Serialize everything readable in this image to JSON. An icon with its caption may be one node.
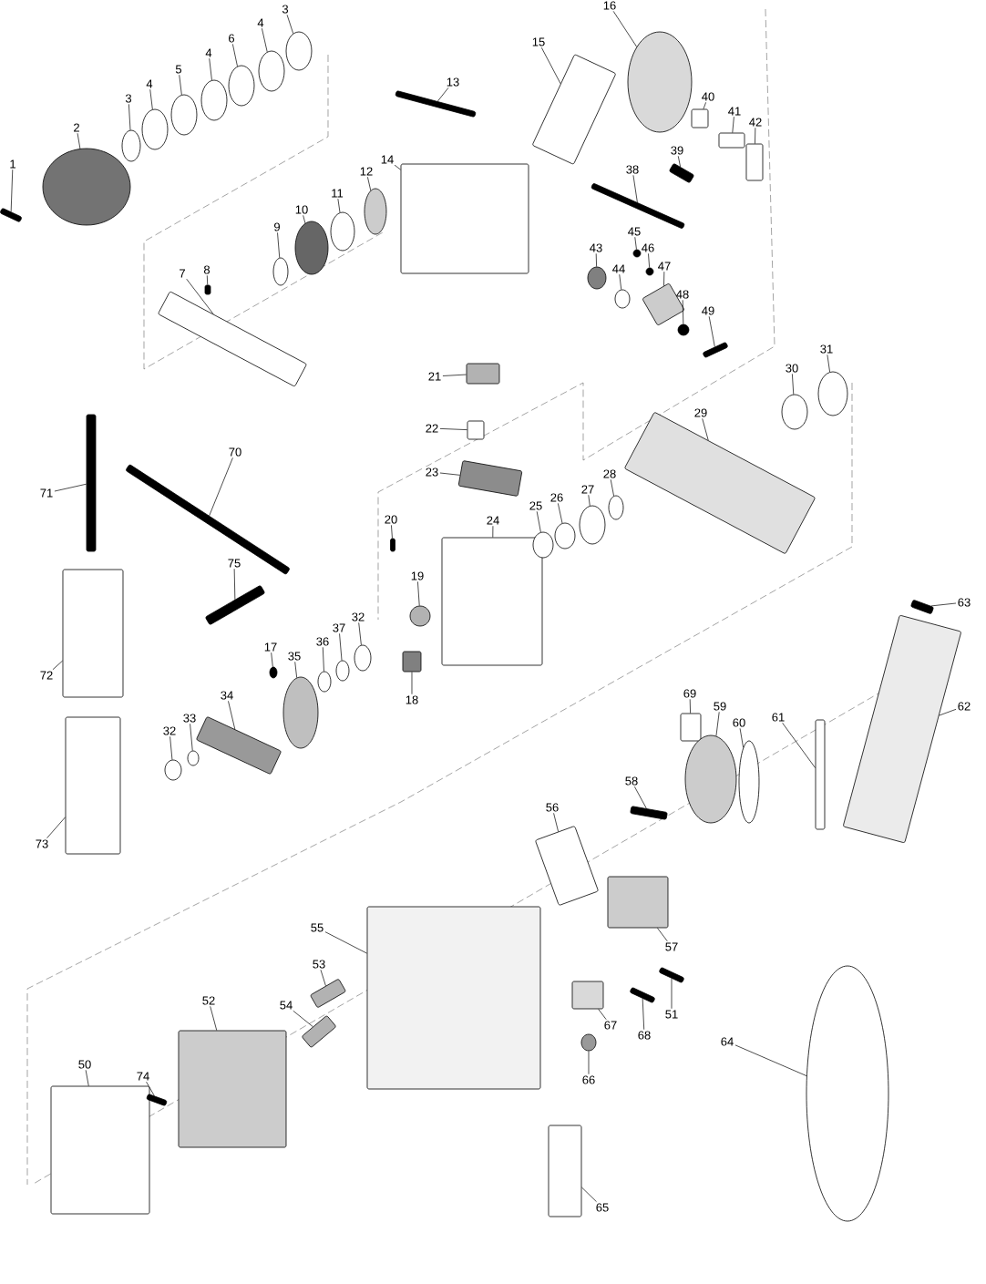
{
  "diagram": {
    "nodes": [
      {
        "text": [
          "1"
        ]
      },
      {
        "text": [
          "2"
        ]
      },
      {
        "text": [
          "3"
        ]
      },
      {
        "text": [
          "4"
        ]
      },
      {
        "text": [
          "5"
        ]
      },
      {
        "text": [
          "4"
        ]
      },
      {
        "text": [
          "6"
        ]
      },
      {
        "text": [
          "4"
        ]
      },
      {
        "text": [
          "3"
        ]
      },
      {
        "text": [
          "16"
        ]
      },
      {
        "text": [
          "15"
        ]
      },
      {
        "text": [
          "13"
        ]
      },
      {
        "text": [
          "14"
        ]
      },
      {
        "text": [
          "40"
        ]
      },
      {
        "text": [
          "41"
        ]
      },
      {
        "text": [
          "42"
        ]
      },
      {
        "text": [
          "39"
        ]
      },
      {
        "text": [
          "38"
        ]
      },
      {
        "text": [
          "12"
        ]
      },
      {
        "text": [
          "11"
        ]
      },
      {
        "text": [
          "10"
        ]
      },
      {
        "text": [
          "9"
        ]
      },
      {
        "text": [
          "8"
        ]
      },
      {
        "text": [
          "7"
        ]
      },
      {
        "text": [
          "45"
        ]
      },
      {
        "text": [
          "46"
        ]
      },
      {
        "text": [
          "47"
        ]
      },
      {
        "text": [
          "43"
        ]
      },
      {
        "text": [
          "44"
        ]
      },
      {
        "text": [
          "48"
        ]
      },
      {
        "text": [
          "49"
        ]
      },
      {
        "text": [
          "21"
        ]
      },
      {
        "text": [
          "22"
        ]
      },
      {
        "text": [
          "23"
        ]
      },
      {
        "text": [
          "20"
        ]
      },
      {
        "text": [
          "24"
        ]
      },
      {
        "text": [
          "25"
        ]
      },
      {
        "text": [
          "26"
        ]
      },
      {
        "text": [
          "27"
        ]
      },
      {
        "text": [
          "28"
        ]
      },
      {
        "text": [
          "29"
        ]
      },
      {
        "text": [
          "30"
        ]
      },
      {
        "text": [
          "31"
        ]
      },
      {
        "text": [
          "19"
        ]
      },
      {
        "text": [
          "18"
        ]
      },
      {
        "text": [
          "70"
        ]
      },
      {
        "text": [
          "71"
        ]
      },
      {
        "text": [
          "75"
        ]
      },
      {
        "text": [
          "72"
        ]
      },
      {
        "text": [
          "73"
        ]
      },
      {
        "text": [
          "17"
        ]
      },
      {
        "text": [
          "35"
        ]
      },
      {
        "text": [
          "36"
        ]
      },
      {
        "text": [
          "37"
        ]
      },
      {
        "text": [
          "32"
        ]
      },
      {
        "text": [
          "34"
        ]
      },
      {
        "text": [
          "33"
        ]
      },
      {
        "text": [
          "32"
        ]
      },
      {
        "text": [
          "63"
        ]
      },
      {
        "text": [
          "62"
        ]
      },
      {
        "text": [
          "61"
        ]
      },
      {
        "text": [
          "69"
        ]
      },
      {
        "text": [
          "59"
        ]
      },
      {
        "text": [
          "60"
        ]
      },
      {
        "text": [
          "58"
        ]
      },
      {
        "text": [
          "56"
        ]
      },
      {
        "text": [
          "55"
        ]
      },
      {
        "text": [
          "57"
        ]
      },
      {
        "text": [
          "53"
        ]
      },
      {
        "text": [
          "54"
        ]
      },
      {
        "text": [
          "52"
        ]
      },
      {
        "text": [
          "50"
        ]
      },
      {
        "text": [
          "74"
        ]
      },
      {
        "text": [
          "67"
        ]
      },
      {
        "text": [
          "68"
        ]
      },
      {
        "text": [
          "51"
        ]
      },
      {
        "text": [
          "66"
        ]
      },
      {
        "text": [
          "64"
        ]
      },
      {
        "text": [
          "65"
        ]
      },
      {
        "text": [],
        "shape": "box"
      },
      {
        "text": [],
        "shape": "circle"
      },
      {
        "text": [],
        "shape": "circle"
      },
      {
        "text": [],
        "shape": "circle"
      },
      {
        "text": [],
        "shape": "circle"
      },
      {
        "text": [],
        "shape": "circle"
      },
      {
        "text": [],
        "shape": "circle"
      },
      {
        "text": [],
        "shape": "circle"
      },
      {
        "text": [],
        "shape": "circle"
      },
      {
        "text": [],
        "shape": "circle"
      },
      {
        "text": [],
        "shape": "box"
      },
      {
        "text": [],
        "shape": "box"
      },
      {
        "text": [],
        "shape": "box"
      },
      {
        "text": [],
        "shape": "box"
      },
      {
        "text": [],
        "shape": "box"
      },
      {
        "text": [],
        "shape": "box"
      },
      {
        "text": [],
        "shape": "box"
      },
      {
        "text": [],
        "shape": "box"
      },
      {
        "text": [],
        "shape": "circle"
      },
      {
        "text": [],
        "shape": "circle"
      },
      {
        "text": [],
        "shape": "circle"
      },
      {
        "text": [],
        "shape": "circle"
      },
      {
        "text": [],
        "shape": "box"
      },
      {
        "text": [],
        "shape": "box"
      },
      {
        "text": [],
        "shape": "circle"
      },
      {
        "text": [],
        "shape": "circle"
      },
      {
        "text": [],
        "shape": "box"
      },
      {
        "text": [],
        "shape": "circle"
      },
      {
        "text": [],
        "shape": "circle"
      },
      {
        "text": [],
        "shape": "circle"
      },
      {
        "text": [],
        "shape": "box"
      },
      {
        "text": [],
        "shape": "box"
      },
      {
        "text": [],
        "shape": "box"
      },
      {
        "text": [],
        "shape": "box"
      },
      {
        "text": [],
        "shape": "box"
      },
      {
        "text": [],
        "shape": "box"
      },
      {
        "text": [],
        "shape": "circle"
      },
      {
        "text": [],
        "shape": "circle"
      },
      {
        "text": [],
        "shape": "circle"
      },
      {
        "text": [],
        "shape": "circle"
      },
      {
        "text": [],
        "shape": "box"
      },
      {
        "text": [],
        "shape": "circle"
      },
      {
        "text": [],
        "shape": "circle"
      },
      {
        "text": [],
        "shape": "circle"
      },
      {
        "text": [],
        "shape": "box"
      },
      {
        "text": [],
        "shape": "box"
      },
      {
        "text": [],
        "shape": "box"
      },
      {
        "text": [],
        "shape": "box"
      },
      {
        "text": [],
        "shape": "box"
      },
      {
        "text": [],
        "shape": "box"
      },
      {
        "text": [],
        "shape": "circle"
      },
      {
        "text": [],
        "shape": "circle"
      },
      {
        "text": [],
        "shape": "circle"
      },
      {
        "text": [],
        "shape": "circle"
      },
      {
        "text": [],
        "shape": "circle"
      },
      {
        "text": [],
        "shape": "box"
      },
      {
        "text": [],
        "shape": "circle"
      },
      {
        "text": [],
        "shape": "circle"
      },
      {
        "text": [],
        "shape": "box"
      },
      {
        "text": [],
        "shape": "box"
      },
      {
        "text": [],
        "shape": "box"
      },
      {
        "text": [],
        "shape": "box"
      },
      {
        "text": [],
        "shape": "circle"
      },
      {
        "text": [],
        "shape": "circle"
      },
      {
        "text": [],
        "shape": "box"
      },
      {
        "text": [],
        "shape": "box"
      },
      {
        "text": [],
        "shape": "box"
      },
      {
        "text": [],
        "shape": "box"
      },
      {
        "text": [],
        "shape": "box"
      },
      {
        "text": [],
        "shape": "box"
      },
      {
        "text": [],
        "shape": "box"
      },
      {
        "text": [],
        "shape": "box"
      },
      {
        "text": [],
        "shape": "box"
      },
      {
        "text": [],
        "shape": "box"
      },
      {
        "text": [],
        "shape": "box"
      },
      {
        "text": [],
        "shape": "box"
      },
      {
        "text": [],
        "shape": "circle"
      },
      {
        "text": [],
        "shape": "circle"
      },
      {
        "text": [],
        "shape": "box"
      }
    ],
    "edges": [
      {
        "from": 0,
        "to": 79,
        "arrow": "none"
      },
      {
        "from": 1,
        "to": 80,
        "arrow": "none"
      },
      {
        "from": 2,
        "to": 81,
        "arrow": "none"
      },
      {
        "from": 3,
        "to": 82,
        "arrow": "none"
      },
      {
        "from": 4,
        "to": 83,
        "arrow": "none"
      },
      {
        "from": 5,
        "to": 84,
        "arrow": "none"
      },
      {
        "from": 6,
        "to": 85,
        "arrow": "none"
      },
      {
        "from": 7,
        "to": 86,
        "arrow": "none"
      },
      {
        "from": 8,
        "to": 87,
        "arrow": "none"
      },
      {
        "from": 9,
        "to": 88,
        "arrow": "none"
      },
      {
        "from": 10,
        "to": 89,
        "arrow": "none"
      },
      {
        "from": 11,
        "to": 90,
        "arrow": "none"
      },
      {
        "from": 12,
        "to": 91,
        "arrow": "none"
      },
      {
        "from": 13,
        "to": 92,
        "arrow": "none"
      },
      {
        "from": 14,
        "to": 93,
        "arrow": "none"
      },
      {
        "from": 15,
        "to": 94,
        "arrow": "none"
      },
      {
        "from": 16,
        "to": 95,
        "arrow": "none"
      },
      {
        "from": 17,
        "to": 96,
        "arrow": "none"
      },
      {
        "from": 18,
        "to": 97,
        "arrow": "none"
      },
      {
        "from": 19,
        "to": 98,
        "arrow": "none"
      },
      {
        "from": 20,
        "to": 99,
        "arrow": "none"
      },
      {
        "from": 21,
        "to": 100,
        "arrow": "none"
      },
      {
        "from": 22,
        "to": 101,
        "arrow": "none"
      },
      {
        "from": 23,
        "to": 102,
        "arrow": "none"
      },
      {
        "from": 24,
        "to": 103,
        "arrow": "none"
      },
      {
        "from": 25,
        "to": 104,
        "arrow": "none"
      },
      {
        "from": 26,
        "to": 105,
        "arrow": "none"
      },
      {
        "from": 27,
        "to": 106,
        "arrow": "none"
      },
      {
        "from": 28,
        "to": 107,
        "arrow": "none"
      },
      {
        "from": 29,
        "to": 108,
        "arrow": "none"
      },
      {
        "from": 30,
        "to": 109,
        "arrow": "none"
      },
      {
        "from": 31,
        "to": 110,
        "arrow": "none"
      },
      {
        "from": 32,
        "to": 111,
        "arrow": "none"
      },
      {
        "from": 33,
        "to": 112,
        "arrow": "none"
      },
      {
        "from": 34,
        "to": 113,
        "arrow": "none"
      },
      {
        "from": 35,
        "to": 114,
        "arrow": "none"
      },
      {
        "from": 36,
        "to": 115,
        "arrow": "none"
      },
      {
        "from": 37,
        "to": 116,
        "arrow": "none"
      },
      {
        "from": 38,
        "to": 117,
        "arrow": "none"
      },
      {
        "from": 39,
        "to": 118,
        "arrow": "none"
      },
      {
        "from": 40,
        "to": 119,
        "arrow": "none"
      },
      {
        "from": 41,
        "to": 120,
        "arrow": "none"
      },
      {
        "from": 42,
        "to": 121,
        "arrow": "none"
      },
      {
        "from": 43,
        "to": 122,
        "arrow": "none"
      },
      {
        "from": 44,
        "to": 123,
        "arrow": "none"
      },
      {
        "from": 45,
        "to": 124,
        "arrow": "none"
      },
      {
        "from": 46,
        "to": 125,
        "arrow": "none"
      },
      {
        "from": 47,
        "to": 126,
        "arrow": "none"
      },
      {
        "from": 48,
        "to": 127,
        "arrow": "none"
      },
      {
        "from": 49,
        "to": 128,
        "arrow": "none"
      },
      {
        "from": 50,
        "to": 129,
        "arrow": "none"
      },
      {
        "from": 51,
        "to": 130,
        "arrow": "none"
      },
      {
        "from": 52,
        "to": 131,
        "arrow": "none"
      },
      {
        "from": 53,
        "to": 132,
        "arrow": "none"
      },
      {
        "from": 54,
        "to": 133,
        "arrow": "none"
      },
      {
        "from": 55,
        "to": 134,
        "arrow": "none"
      },
      {
        "from": 56,
        "to": 135,
        "arrow": "none"
      },
      {
        "from": 57,
        "to": 136,
        "arrow": "none"
      },
      {
        "from": 58,
        "to": 137,
        "arrow": "none"
      },
      {
        "from": 59,
        "to": 138,
        "arrow": "none"
      },
      {
        "from": 60,
        "to": 139,
        "arrow": "none"
      },
      {
        "from": 61,
        "to": 140,
        "arrow": "none"
      },
      {
        "from": 62,
        "to": 141,
        "arrow": "none"
      },
      {
        "from": 63,
        "to": 142,
        "arrow": "none"
      },
      {
        "from": 64,
        "to": 143,
        "arrow": "none"
      },
      {
        "from": 65,
        "to": 144,
        "arrow": "none"
      },
      {
        "from": 66,
        "to": 145,
        "arrow": "none"
      },
      {
        "from": 67,
        "to": 146,
        "arrow": "none"
      },
      {
        "from": 68,
        "to": 147,
        "arrow": "none"
      },
      {
        "from": 69,
        "to": 148,
        "arrow": "none"
      },
      {
        "from": 70,
        "to": 149,
        "arrow": "none"
      },
      {
        "from": 71,
        "to": 150,
        "arrow": "none"
      },
      {
        "from": 72,
        "to": 151,
        "arrow": "none"
      },
      {
        "from": 73,
        "to": 152,
        "arrow": "none"
      },
      {
        "from": 74,
        "to": 153,
        "arrow": "none"
      },
      {
        "from": 75,
        "to": 154,
        "arrow": "none"
      },
      {
        "from": 76,
        "to": 155,
        "arrow": "none"
      },
      {
        "from": 77,
        "to": 156,
        "arrow": "none"
      },
      {
        "from": 78,
        "to": 157,
        "arrow": "none"
      }
    ]
  }
}
